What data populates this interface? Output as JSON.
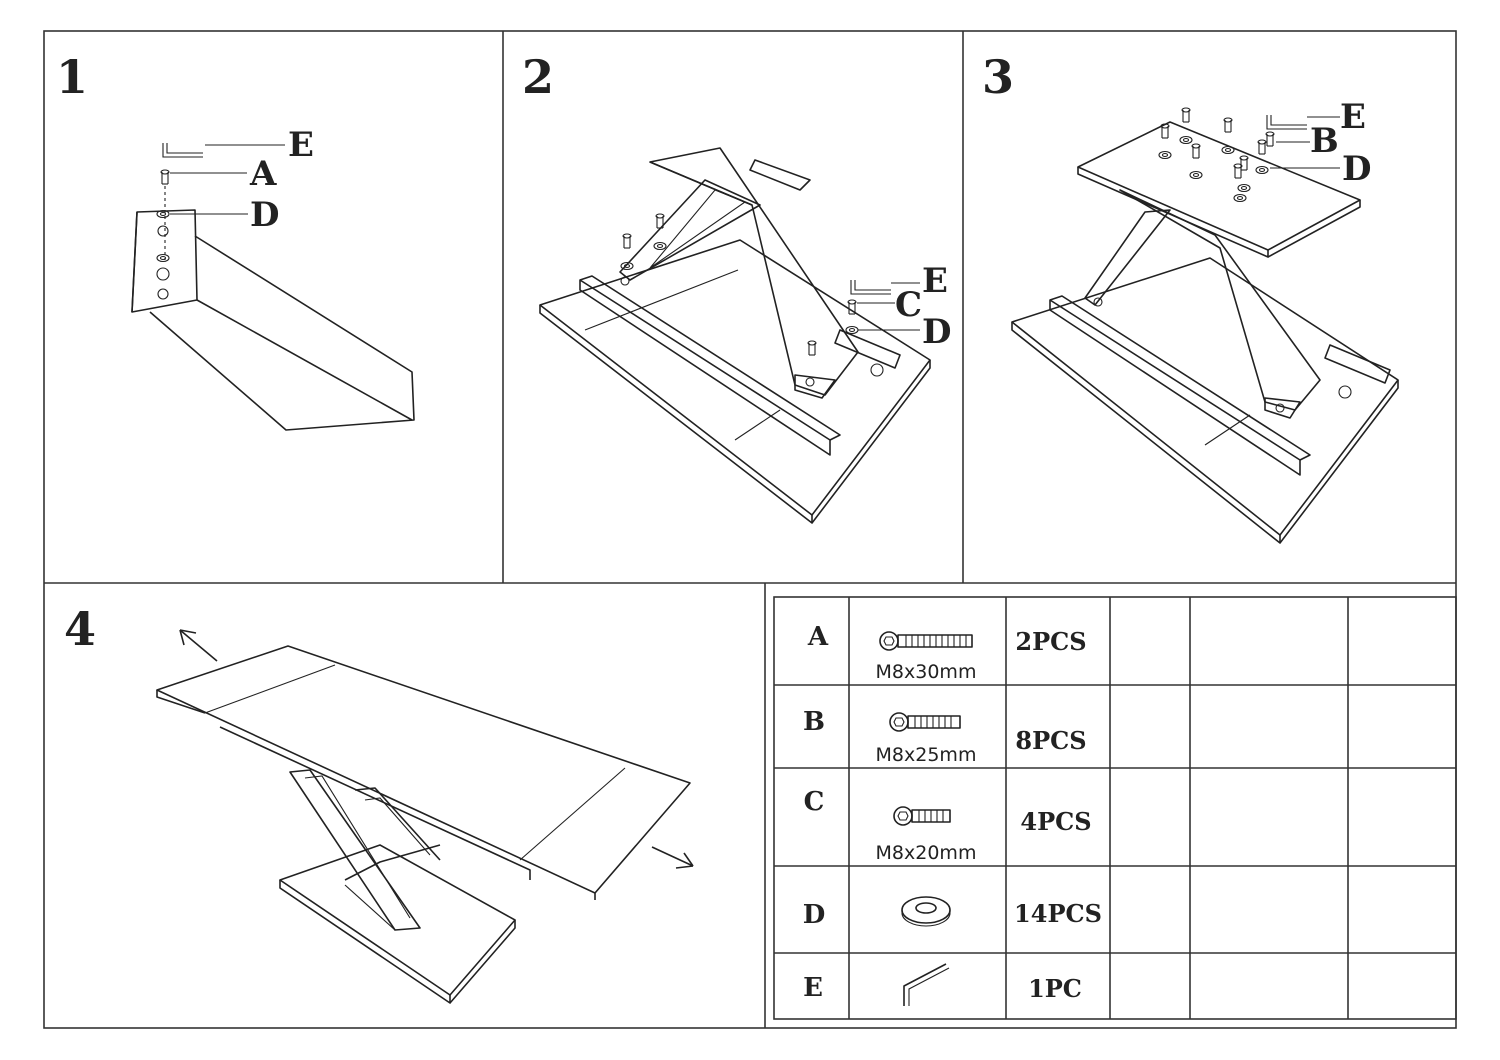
{
  "panels": [
    {
      "number": "1",
      "callouts": [
        "E",
        "A",
        "D"
      ]
    },
    {
      "number": "2",
      "callouts": [
        "E",
        "C",
        "D"
      ]
    },
    {
      "number": "3",
      "callouts": [
        "E",
        "B",
        "D"
      ]
    },
    {
      "number": "4",
      "callouts": []
    }
  ],
  "parts": [
    {
      "letter": "A",
      "size": "M8x30mm",
      "qty": "2PCS",
      "icon": "screw-icon"
    },
    {
      "letter": "B",
      "size": "M8x25mm",
      "qty": "8PCS",
      "icon": "screw-icon"
    },
    {
      "letter": "C",
      "size": "M8x20mm",
      "qty": "4PCS",
      "icon": "screw-icon"
    },
    {
      "letter": "D",
      "size": "",
      "qty": "14PCS",
      "icon": "washer-icon"
    },
    {
      "letter": "E",
      "size": "",
      "qty": "1PC",
      "icon": "allen-key-icon"
    }
  ]
}
